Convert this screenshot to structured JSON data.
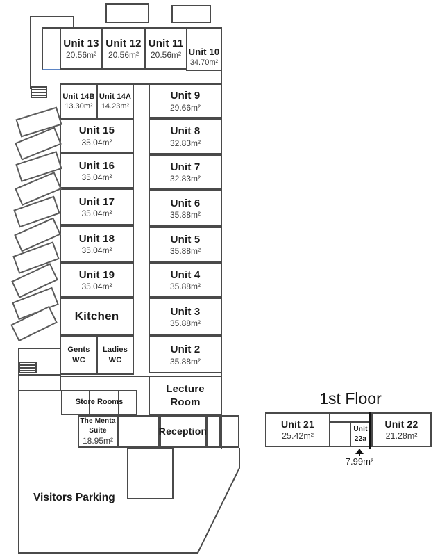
{
  "rooms": {
    "u13": {
      "name": "Unit 13",
      "area": "20.56m²"
    },
    "u12": {
      "name": "Unit 12",
      "area": "20.56m²"
    },
    "u11": {
      "name": "Unit 11",
      "area": "20.56m²"
    },
    "u10": {
      "name": "Unit 10",
      "area": "34.70m²"
    },
    "u14b": {
      "name": "Unit 14B",
      "area": "13.30m²"
    },
    "u14a": {
      "name": "Unit 14A",
      "area": "14.23m²"
    },
    "u15": {
      "name": "Unit 15",
      "area": "35.04m²"
    },
    "u16": {
      "name": "Unit 16",
      "area": "35.04m²"
    },
    "u17": {
      "name": "Unit 17",
      "area": "35.04m²"
    },
    "u18": {
      "name": "Unit 18",
      "area": "35.04m²"
    },
    "u19": {
      "name": "Unit 19",
      "area": "35.04m²"
    },
    "kitchen": {
      "name": "Kitchen"
    },
    "gents": {
      "line1": "Gents",
      "line2": "WC"
    },
    "ladies": {
      "line1": "Ladies",
      "line2": "WC"
    },
    "u9": {
      "name": "Unit 9",
      "area": "29.66m²"
    },
    "u8": {
      "name": "Unit 8",
      "area": "32.83m²"
    },
    "u7": {
      "name": "Unit 7",
      "area": "32.83m²"
    },
    "u6": {
      "name": "Unit 6",
      "area": "35.88m²"
    },
    "u5": {
      "name": "Unit 5",
      "area": "35.88m²"
    },
    "u4": {
      "name": "Unit 4",
      "area": "35.88m²"
    },
    "u3": {
      "name": "Unit 3",
      "area": "35.88m²"
    },
    "u2": {
      "name": "Unit 2",
      "area": "35.88m²"
    },
    "lecture": {
      "name": "Lecture Room"
    },
    "store": {
      "name": "Store Rooms"
    },
    "menta": {
      "name1": "The Menta",
      "name2": "Suite",
      "area": "18.95m²"
    },
    "reception": {
      "name": "Reception"
    },
    "parking": {
      "name": "Visitors Parking"
    }
  },
  "first_floor": {
    "title": "1st Floor",
    "u21": {
      "name": "Unit 21",
      "area": "25.42m²"
    },
    "u22a": {
      "name1": "Unit",
      "name2": "22a",
      "area": "7.99m²"
    },
    "u22": {
      "name": "Unit 22",
      "area": "21.28m²"
    }
  },
  "colors": {
    "wall_line": "#4a4a4a",
    "thick_wall": "#111111",
    "door_marker_blue": "#5b84c4",
    "text": "#1b1b1b"
  }
}
